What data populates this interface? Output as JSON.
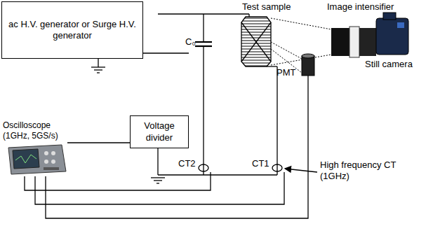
{
  "diagram": {
    "nodes": [
      {
        "text": [
          "ac H.V. generator or Surge H.V. generator"
        ]
      },
      {
        "text": [
          "Voltage divider"
        ]
      },
      {
        "text": [
          "Oscilloscope (1GHz, 5GS/s)"
        ]
      }
    ],
    "edges": [
      {
        "from": 0,
        "to": 1,
        "arrow": "none"
      },
      {
        "from": 1,
        "to": 2,
        "arrow": "none"
      }
    ],
    "labels": [
      "Test sample",
      "Image intensifier",
      "Still camera",
      "PMT",
      "C₀",
      "CT2",
      "CT1",
      "High frequency CT (1GHz)"
    ]
  }
}
